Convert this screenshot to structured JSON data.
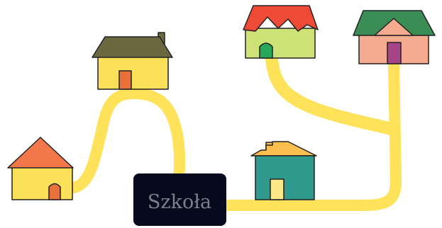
{
  "school": {
    "label": "Szkoła",
    "fill": "#070a1c",
    "text_color": "#7c7f8c"
  },
  "road": {
    "color": "#fde25a"
  },
  "houses": [
    {
      "id": "house-left",
      "roof": "#f2784b",
      "wall": "#fbe15a",
      "door": "#e8703a"
    },
    {
      "id": "house-top-middle",
      "roof": "#6b6840",
      "wall": "#fbe15a",
      "door": "#e8703a"
    },
    {
      "id": "house-top-center",
      "roof": "#ee4a36",
      "wall": "#cfe278",
      "door": "#27a75a"
    },
    {
      "id": "house-top-right",
      "roof": "#3c8c55",
      "wall": "#f4ab8f",
      "door": "#a8458a"
    },
    {
      "id": "house-bottom-middle",
      "roof": "#fbbf4e",
      "wall": "#2f9a8c",
      "door": "#fbe88a"
    }
  ]
}
